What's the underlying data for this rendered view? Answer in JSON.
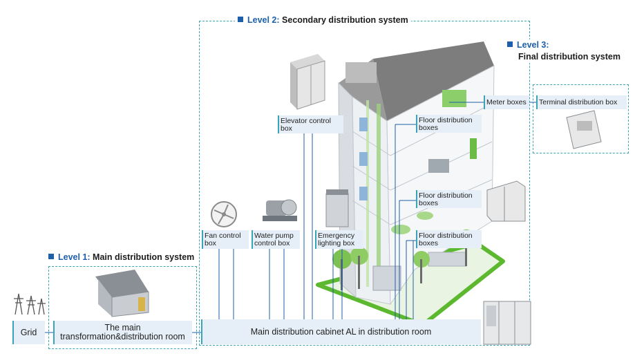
{
  "level2": {
    "num": "Level 2:",
    "text": "Secondary distribution system"
  },
  "level3": {
    "num": "Level 3:",
    "text": "Final distribution system"
  },
  "level1": {
    "num": "Level 1:",
    "text": "Main distribution system"
  },
  "labels": {
    "elevator": "Elevator control box",
    "floor1": "Floor distribution boxes",
    "floor2": "Floor distribution boxes",
    "floor3": "Floor distribution boxes",
    "meter": "Meter boxes",
    "terminal": "Terminal distribution box",
    "fan": "Fan control box",
    "pump": "Water pump control box",
    "emergency": "Emergency lighting box"
  },
  "bars": {
    "grid": "Grid",
    "transformation": "The main transformation&distribution room",
    "cabinet": "Main distribution cabinet AL in distribution room"
  },
  "colors": {
    "accent": "#1d5fa8",
    "dashed": "#3aa4b4",
    "label_bg": "#e6eff7",
    "green": "#5cb82e"
  }
}
